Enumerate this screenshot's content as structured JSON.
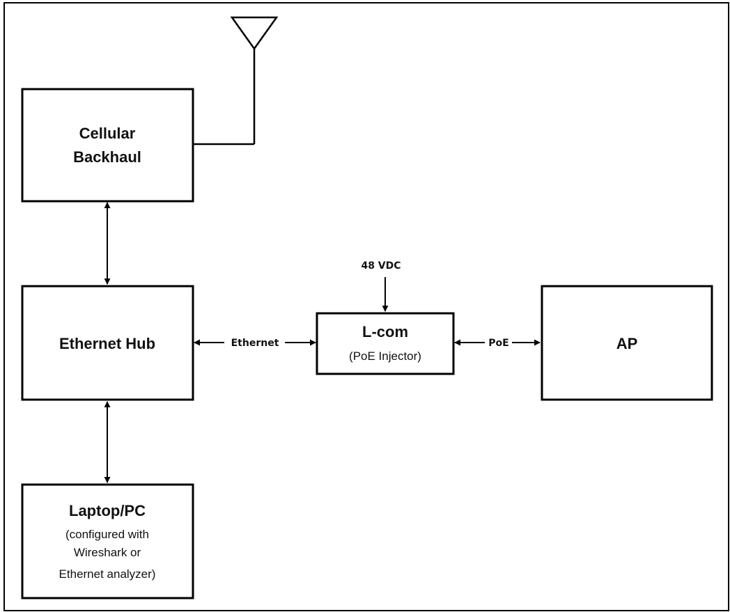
{
  "diagram": {
    "nodes": {
      "cellular_backhaul": {
        "lines": [
          "Cellular",
          "Backhaul"
        ]
      },
      "ethernet_hub": {
        "title": "Ethernet Hub"
      },
      "laptop_pc": {
        "title": "Laptop/PC",
        "lines": [
          "(configured with",
          "Wireshark or",
          "Ethernet analyzer)"
        ]
      },
      "lcom": {
        "title": "L-com",
        "subtitle": "(PoE Injector)"
      },
      "ap": {
        "title": "AP"
      }
    },
    "connections": {
      "ethernet_label": "Ethernet",
      "poe_label": "PoE",
      "power_label": "48 VDC"
    },
    "colors": {
      "stroke": "#000000",
      "fill": "#ffffff",
      "text": "#111111"
    },
    "icons": [
      "antenna-icon"
    ]
  }
}
